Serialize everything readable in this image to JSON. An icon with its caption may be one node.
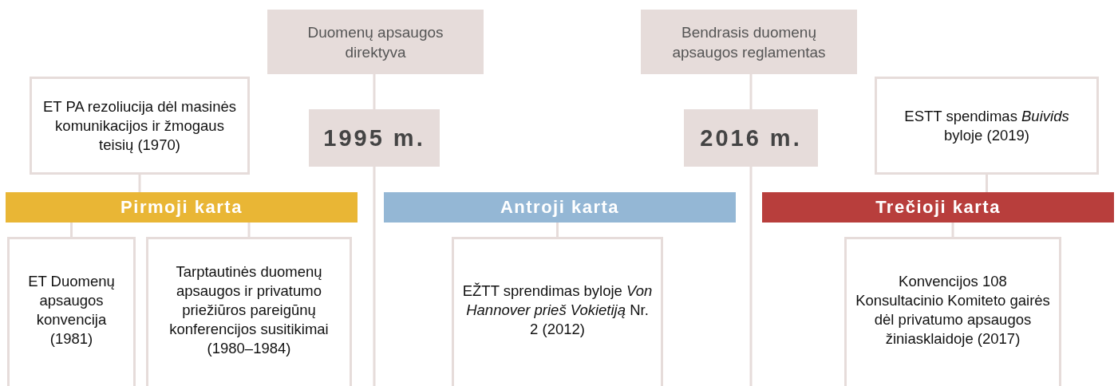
{
  "diagram": {
    "nodes": [
      {
        "text": [
          "Duomenų apsaugos direktyva"
        ]
      },
      {
        "text": [
          "Bendrasis duomenų apsaugos reglamentas"
        ]
      },
      {
        "text": [
          "ET PA rezoliucija dėl masinės komunikacijos ir žmogaus teisių (1970)"
        ]
      },
      {
        "text": [
          "1995 m."
        ]
      },
      {
        "text": [
          "2016 m."
        ]
      },
      {
        "text": [
          "ESTT spendimas *Buivids* byloje (2019)"
        ]
      },
      {
        "text": [
          "Pirmoji karta"
        ]
      },
      {
        "text": [
          "Antroji karta"
        ]
      },
      {
        "text": [
          "Trečioji karta"
        ]
      },
      {
        "text": [
          "ET Duomenų apsaugos konvencija (1981)"
        ]
      },
      {
        "text": [
          "Tarptautinės duomenų apsaugos ir privatumo priežiūros pareigūnų konferencijos susitikimai (1980–1984)"
        ]
      },
      {
        "text": [
          "EŽTT sprendimas byloje *Von Hannover prieš Vokietiją* Nr. 2  (2012)"
        ]
      },
      {
        "text": [
          "Konvencijos 108 Konsultacinio Komiteto gairės dėl privatumo apsaugos žiniasklaidoje (2017)"
        ]
      }
    ],
    "edges": [
      {
        "from": 0,
        "to": 3,
        "arrow": "none"
      },
      {
        "from": 3,
        "to": null,
        "arrow": "none"
      },
      {
        "from": 1,
        "to": 4,
        "arrow": "none"
      },
      {
        "from": 4,
        "to": null,
        "arrow": "none"
      },
      {
        "from": 2,
        "to": 6,
        "arrow": "none"
      },
      {
        "from": 6,
        "to": 9,
        "arrow": "none"
      },
      {
        "from": 6,
        "to": 10,
        "arrow": "none"
      },
      {
        "from": 7,
        "to": 11,
        "arrow": "none"
      },
      {
        "from": 5,
        "to": 8,
        "arrow": "none"
      },
      {
        "from": 8,
        "to": 12,
        "arrow": "none"
      }
    ]
  }
}
